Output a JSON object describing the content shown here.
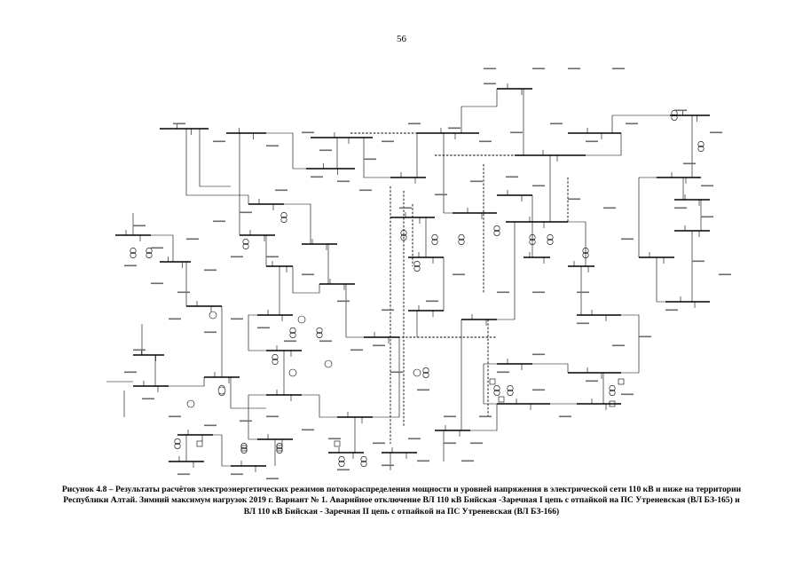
{
  "page": {
    "number": "56"
  },
  "caption": {
    "lines": [
      "Рисунок 4.8 – Результаты расчётов электроэнергетических режимов потокораспределения мощности и уровней напряжения в электрической сети 110 кВ и ниже на территории",
      "Республики Алтай. Зимний максимум нагрузок 2019 г. Вариант № 1. Аварийное отключение ВЛ 110 кВ Бийская -Заречная I цепь с отпайкой на ПС Утреневская (ВЛ БЗ-165) и",
      "ВЛ 110 кВ Бийская - Заречная II цепь  с отпайкой на ПС Утреневская (ВЛ БЗ-166)"
    ]
  }
}
